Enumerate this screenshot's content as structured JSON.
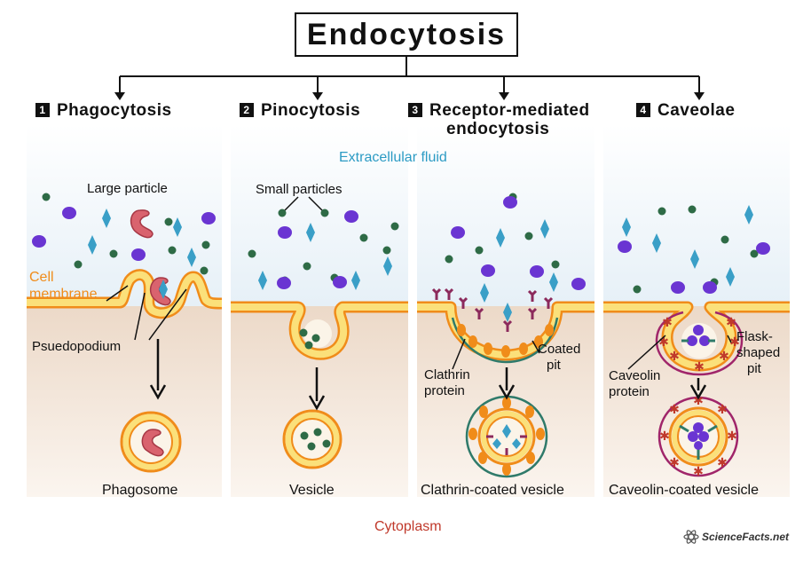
{
  "title": "Endocytosis",
  "types": [
    {
      "number": "1",
      "name": "Phagocytosis"
    },
    {
      "number": "2",
      "name": "Pinocytosis"
    },
    {
      "number": "3",
      "name": "Receptor-mediated",
      "name_line2": "endocytosis"
    },
    {
      "number": "4",
      "name": "Caveolae"
    }
  ],
  "labels": {
    "extracellular_fluid": "Extracellular fluid",
    "cytoplasm": "Cytoplasm",
    "cell_membrane_1": "Cell",
    "cell_membrane_2": "membrane",
    "large_particle": "Large particle",
    "pseudopodium": "Psuedopodium",
    "small_particles": "Small particles",
    "clathrin_protein_1": "Clathrin",
    "clathrin_protein_2": "protein",
    "coated_pit_1": "Coated",
    "coated_pit_2": "pit",
    "caveolin_protein_1": "Caveolin",
    "caveolin_protein_2": "protein",
    "flask_pit_1": "Flask-",
    "flask_pit_2": "shaped",
    "flask_pit_3": "pit"
  },
  "results": {
    "phagosome": "Phagosome",
    "vesicle": "Vesicle",
    "clathrin_vesicle": "Clathrin-coated vesicle",
    "caveolin_vesicle": "Caveolin-coated vesicle"
  },
  "logo": "ScienceFacts.net",
  "colors": {
    "membrane_outer": "#f08c1a",
    "membrane_fill": "#fbe07a",
    "extracellular": "#eaf3f9",
    "cytoplasm": "#efdccb",
    "particle_large": "#d9636e",
    "dot_green": "#2e6b46",
    "dot_purple": "#6a35d2",
    "diamond_blue": "#3a9fc7",
    "clathrin": "#f08c1a",
    "caveolin": "#a0256a",
    "receptor": "#8c2a5c"
  }
}
